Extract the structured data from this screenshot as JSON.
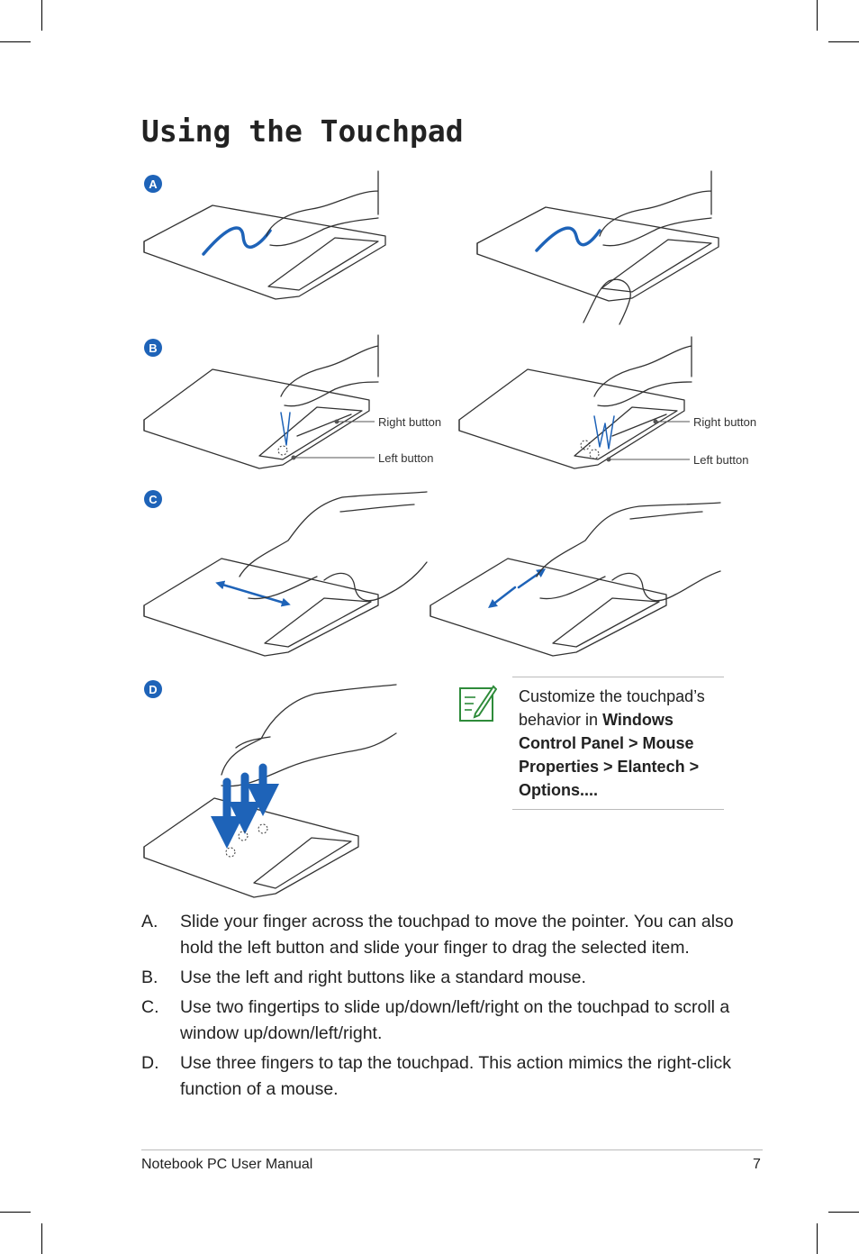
{
  "page": {
    "title": "Using the Touchpad",
    "footer_left": "Notebook PC User Manual",
    "footer_right": "7"
  },
  "figures": {
    "badge_a": "A",
    "badge_b": "B",
    "badge_c": "C",
    "badge_d": "D",
    "b_left_right_label": "Right button",
    "b_left_left_label": "Left button",
    "b_right_right_label": "Right button",
    "b_right_left_label": "Left button"
  },
  "note": {
    "text_1": "Customize the touchpad’s behavior in ",
    "text_bold": "Windows Control Panel > Mouse Properties > Elantech > Options...."
  },
  "instructions": [
    {
      "marker": "A.",
      "text": "Slide your finger across the touchpad to move the pointer. You can also hold the left button and slide your finger to drag the selected item."
    },
    {
      "marker": "B.",
      "text": "Use the left and right buttons like a standard mouse."
    },
    {
      "marker": "C.",
      "text": "Use two fingertips to slide up/down/left/right on the touchpad to scroll a window up/down/left/right."
    },
    {
      "marker": "D.",
      "text": "Use three fingers to tap the touchpad. This action mimics the right-click function of a mouse."
    }
  ],
  "colors": {
    "accent": "#1e63b8",
    "note_icon": "#2e8b3a"
  }
}
